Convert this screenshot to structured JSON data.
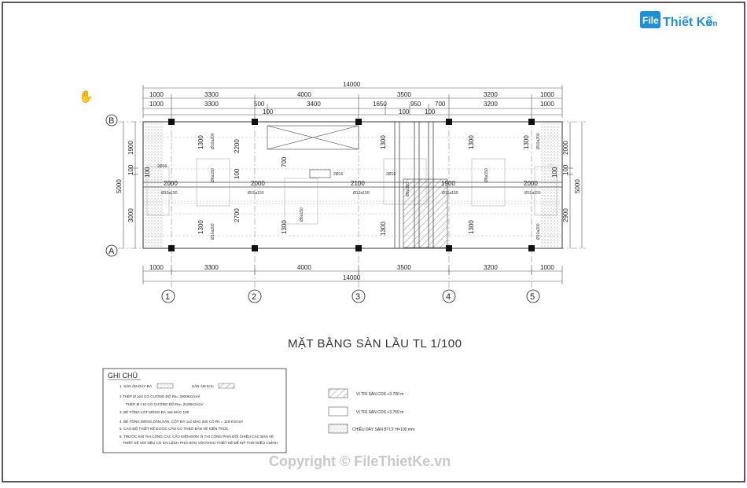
{
  "logo": {
    "brand": "File",
    "main": "Thiết Kế",
    "tld": ".vn"
  },
  "drawing": {
    "title": "MẶT BẰNG SÀN LẦU  TL 1/100",
    "overall_top": "14000",
    "overall_bottom": "14000",
    "top_row1": [
      "1000",
      "3300",
      "4000",
      "3500",
      "3200",
      "1000"
    ],
    "top_row2": [
      "1000",
      "3300",
      "500",
      "3400",
      "1650",
      "950",
      "700",
      "3200",
      "1000"
    ],
    "top_row3": [
      "100",
      "100",
      "100"
    ],
    "bottom_row": [
      "1000",
      "3300",
      "4000",
      "3500",
      "3200",
      "1000"
    ],
    "left_dims": [
      "1900",
      "100",
      "3000"
    ],
    "left_total": "5000",
    "right_dims": [
      "2000",
      "100",
      "2900"
    ],
    "right_total": "5000",
    "axes_rows": [
      "B",
      "A"
    ],
    "axes_cols": [
      "1",
      "2",
      "3",
      "4",
      "5"
    ],
    "span_labels": [
      "2000",
      "2000",
      "2100",
      "1900",
      "2000"
    ],
    "inner_dims": [
      "1300",
      "2200",
      "1300",
      "1300",
      "1300",
      "1300",
      "2700",
      "1300",
      "1300",
      "1300",
      "700",
      "100",
      "100",
      "100"
    ],
    "rebar_labels": [
      "Ø10a150",
      "Ø10a150",
      "Ø10a150",
      "Ø10a150",
      "Ø10a150",
      "Ø8a150",
      "Ø8a150",
      "Ø8a150",
      "Ø8a150",
      "Ø10a200",
      "Ø10a200",
      "Ø10a200",
      "Ø10a200",
      "2Ø16",
      "2Ø16",
      "2Ø16"
    ]
  },
  "notes": {
    "heading": "GHI CHÚ",
    "lines": [
      "1. SÀN ÂM DÀY ĐÁ",
      "SÀN ÂM 5cm",
      "2.THÉP Ø ≥10 CÓ CƯỜNG ĐỘ Ra= 2800KG/cm²",
      "THÉP Ø <10 CÓ CƯỜNG ĐỘ Ra= 2100KG/cm²",
      "3. BÊ TÔNG LÓT MÓNG ĐÁ 4x6 MÁC 100",
      "4. BÊ TÔNG MÓNG,DẦM,SÀN, CỘT ĐÁ 1x2 MÁC 250 CÓ Rn = 115 KG/cm²",
      "5. CAO ĐỘ THIẾT KẾ ĐƯỢC CĂN CỨ THEO BẢN VẼ KIẾN TRÚC",
      "6. TRƯỚC KHI THI CÔNG CÁC CẤU KIỆN ĐƠN VỊ THI CÔNG PHẢI ĐỐI CHIẾU CÁC BẢN VẼ",
      "THIẾT KẾ VỚI NẾU CÓ SAI LỆCH PHẢI BÁO VỚI NHAU THIẾT KẾ ĐỂ KỊP THỜI ĐIỀU CHỈNH"
    ]
  },
  "legend": [
    "VỊ TRÍ SÀN COS +3.700 m",
    "VỊ TRÍ SÀN COS +3.750 m",
    "CHIỀU DÀY SÀN BTCT H=100 mm"
  ],
  "watermark": "Copyright © FileThietKe.vn"
}
